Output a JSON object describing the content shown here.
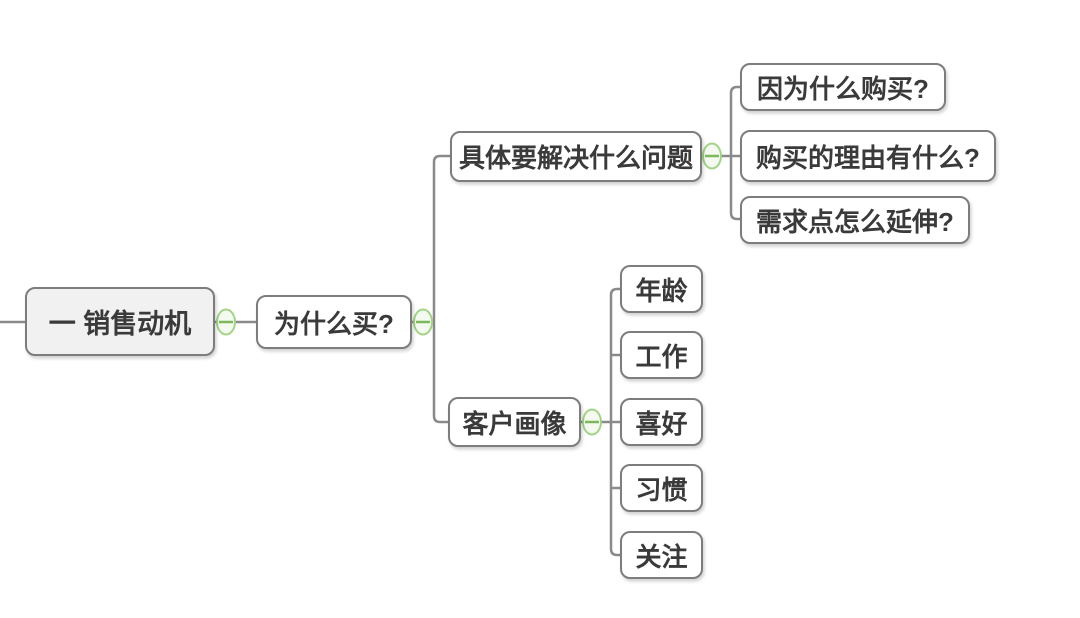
{
  "diagram": {
    "type": "mindmap",
    "note": "branch of a mind map; parent link enters from left edge of canvas",
    "tree": {
      "label": "一 销售动机",
      "children": [
        {
          "label": "为什么买?",
          "children": [
            {
              "label": "具体要解决什么问题",
              "children": [
                {
                  "label": "因为什么购买?"
                },
                {
                  "label": "购买的理由有什么?"
                },
                {
                  "label": "需求点怎么延伸?"
                }
              ]
            },
            {
              "label": "客户画像",
              "children": [
                {
                  "label": "年龄"
                },
                {
                  "label": "工作"
                },
                {
                  "label": "喜好"
                },
                {
                  "label": "习惯"
                },
                {
                  "label": "关注"
                }
              ]
            }
          ]
        }
      ]
    }
  },
  "nodes": {
    "root": {
      "label": "一 销售动机"
    },
    "why_buy": {
      "label": "为什么买?"
    },
    "problem": {
      "label": "具体要解决什么问题"
    },
    "buy_cause": {
      "label": "因为什么购买?"
    },
    "buy_reasons": {
      "label": "购买的理由有什么?"
    },
    "demand_extend": {
      "label": "需求点怎么延伸?"
    },
    "customer_profile": {
      "label": "客户画像"
    },
    "age": {
      "label": "年龄"
    },
    "job": {
      "label": "工作"
    },
    "preference": {
      "label": "喜好"
    },
    "habit": {
      "label": "习惯"
    },
    "focus": {
      "label": "关注"
    }
  },
  "collapse_icons": {
    "state": "expanded",
    "glyph": "minus",
    "count": 4
  },
  "colors": {
    "background": "#ffffff",
    "node_border": "#7d7d7d",
    "node_fill": "#ffffff",
    "root_node_fill": "#f1f1f1",
    "text": "#3a3a3a",
    "connector_line": "#8a8a8a",
    "collapse_stroke": "#a3d389",
    "collapse_fill": "#f4faf0",
    "collapse_minus": "#7cb95c"
  }
}
